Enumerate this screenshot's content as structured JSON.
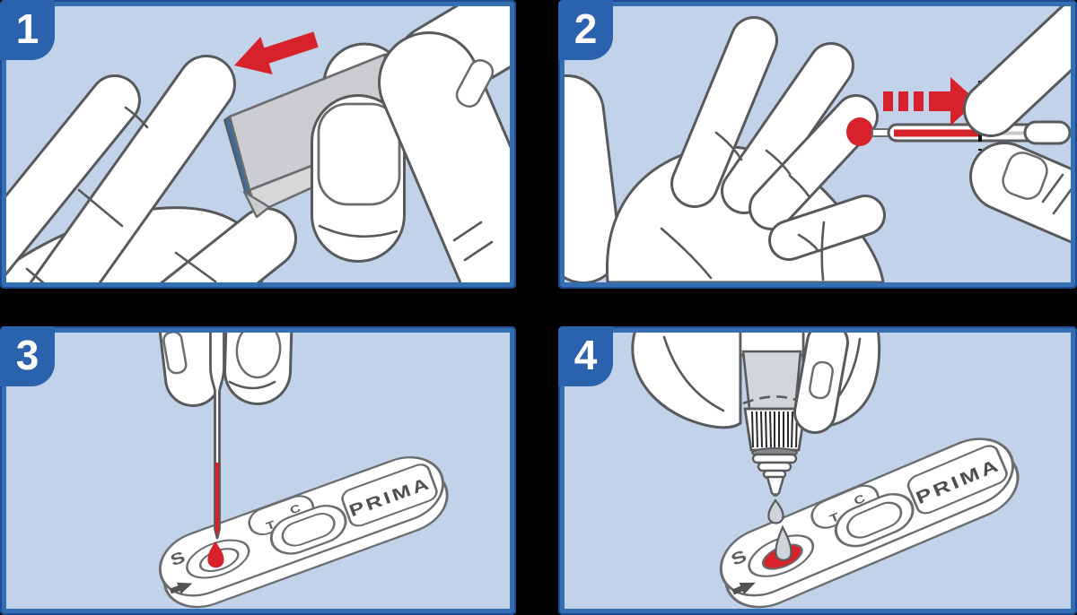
{
  "panels": [
    {
      "step": "1"
    },
    {
      "step": "2"
    },
    {
      "step": "3"
    },
    {
      "step": "4"
    }
  ],
  "cassette": {
    "brand": "PRIMA",
    "control_label": "C",
    "test_label": "T",
    "sample_label": "S"
  },
  "colors": {
    "page_background": "#000000",
    "panel_background": "#c1d2e9",
    "panel_border": "#346fb4",
    "panel_border_dark": "#1e4d92",
    "badge_blue": "#2b62ae",
    "outline_gray": "#58595b",
    "accent_red": "#d7212b",
    "pouch_gray": "#cbcdd0",
    "pouch_fold_blue": "#3d6b9c",
    "buffer_drop_gray": "#cfd4db"
  }
}
